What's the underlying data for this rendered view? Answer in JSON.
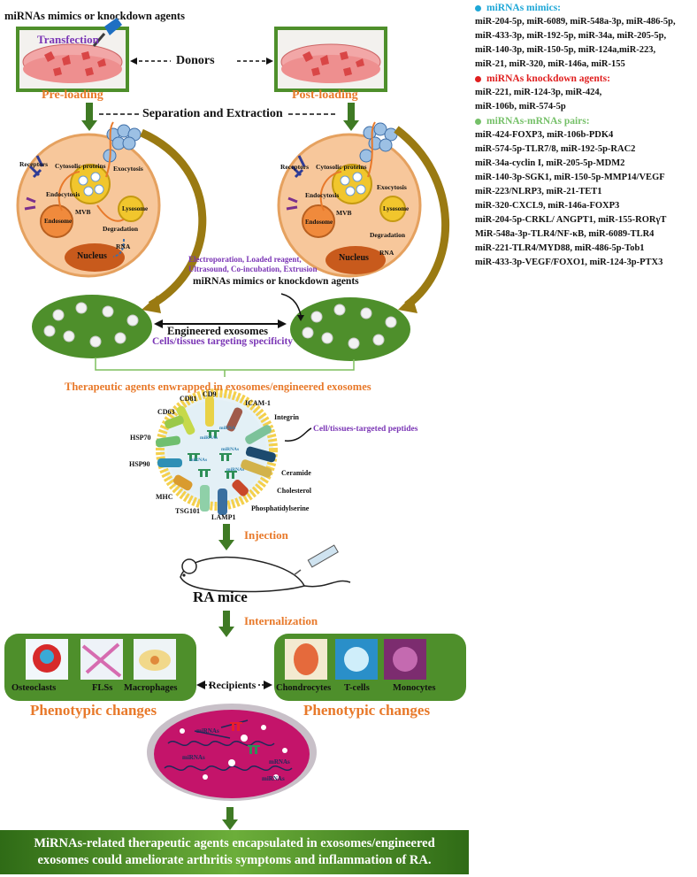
{
  "top": {
    "agents_title": "miRNAs mimics or knockdown agents",
    "transfection": "Transfection",
    "donors": "Donors",
    "pre_loading": "Pre-loading",
    "post_loading": "Post-loading",
    "separation": "Separation and Extraction"
  },
  "cell": {
    "receptors": "Receptors",
    "cytosolic": "Cytosolic proteins",
    "exocytosis": "Exocytosis",
    "endocytosis": "Endocytosis",
    "mvb": "MVB",
    "lysosome": "Lysosome",
    "degradation": "Degradation",
    "endosome": "Endosome",
    "rna": "RNA",
    "nucleus": "Nucleus"
  },
  "methods": {
    "line1": "Electroporation, Loaded reagent,",
    "line2": "Ultrasound, Co-incubation, Extrusion",
    "agents": "miRNAs mimics or knockdown agents"
  },
  "engineered": {
    "title": "Engineered exosomes",
    "subtitle": "Cells/tissues targeting specificity",
    "enwrapped": "Therapeutic agents enwrapped in exosomes/engineered exosomes"
  },
  "exosome": {
    "cd9": "CD9",
    "cd81": "CD81",
    "cd63": "CD63",
    "hsp70": "HSP70",
    "hsp90": "HSP90",
    "mhc": "MHC",
    "tsg101": "TSG101",
    "lamp1": "LAMP1",
    "icam1": "ICAM-1",
    "integrin": "Integrin",
    "ceramide": "Ceramide",
    "cholesterol": "Cholesterol",
    "ps": "Phosphatidylserine",
    "peptides": "Cell/tissues-targeted peptides",
    "mirna": "miRNA",
    "mirnas": "miRNAs"
  },
  "flow": {
    "injection": "Injection",
    "ra_mice": "RA mice",
    "internalization": "Internalization",
    "recipients": "Recipients",
    "phenotypic": "Phenotypic changes"
  },
  "recipients_left": [
    "Osteoclasts",
    "FLSs",
    "Macrophages"
  ],
  "recipients_right": [
    "Chondrocytes",
    "T-cells",
    "Monocytes"
  ],
  "inner_cell": {
    "mrnas": "mRNAs",
    "mirnas": "miRNAs"
  },
  "conclusion": {
    "line1": "MiRNAs-related therapeutic agents encapsulated in exosomes/engineered",
    "line2": "exosomes could ameliorate arthritis symptoms and inflammation of RA."
  },
  "legend": {
    "mimics_head": "miRNAs mimics:",
    "mimics": [
      "miR-204-5p, miR-6089, miR-548a-3p, miR-486-5p,",
      "miR-433-3p, miR-192-5p, miR-34a, miR-205-5p,",
      "miR-140-3p, miR-150-5p, miR-124a,miR-223,",
      "miR-21, miR-320, miR-146a, miR-155"
    ],
    "knock_head": "miRNAs knockdown agents:",
    "knock": [
      "miR-221, miR-124-3p, miR-424,",
      "miR-106b, miR-574-5p"
    ],
    "pairs_head": "miRNAs-mRNAs pairs:",
    "pairs": [
      "miR-424-FOXP3, miR-106b-PDK4",
      "miR-574-5p-TLR7/8, miR-192-5p-RAC2",
      "miR-34a-cyclin I, miR-205-5p-MDM2",
      "miR-140-3p-SGK1, miR-150-5p-MMP14/VEGF",
      "miR-223/NLRP3, miR-21-TET1",
      "miR-320-CXCL9, miR-146a-FOXP3",
      "miR-204-5p-CRKL/ ANGPT1, miR-155-RORγT",
      "MiR-548a-3p-TLR4/NF-κB, miR-6089-TLR4",
      "miR-221-TLR4/MYD88, miR-486-5p-Tob1",
      "miR-433-3p-VEGF/FOXO1, miR-124-3p-PTX3"
    ],
    "colors": {
      "mimics": "#1ea7d7",
      "knock": "#e01f1f",
      "pairs": "#75c068"
    }
  }
}
